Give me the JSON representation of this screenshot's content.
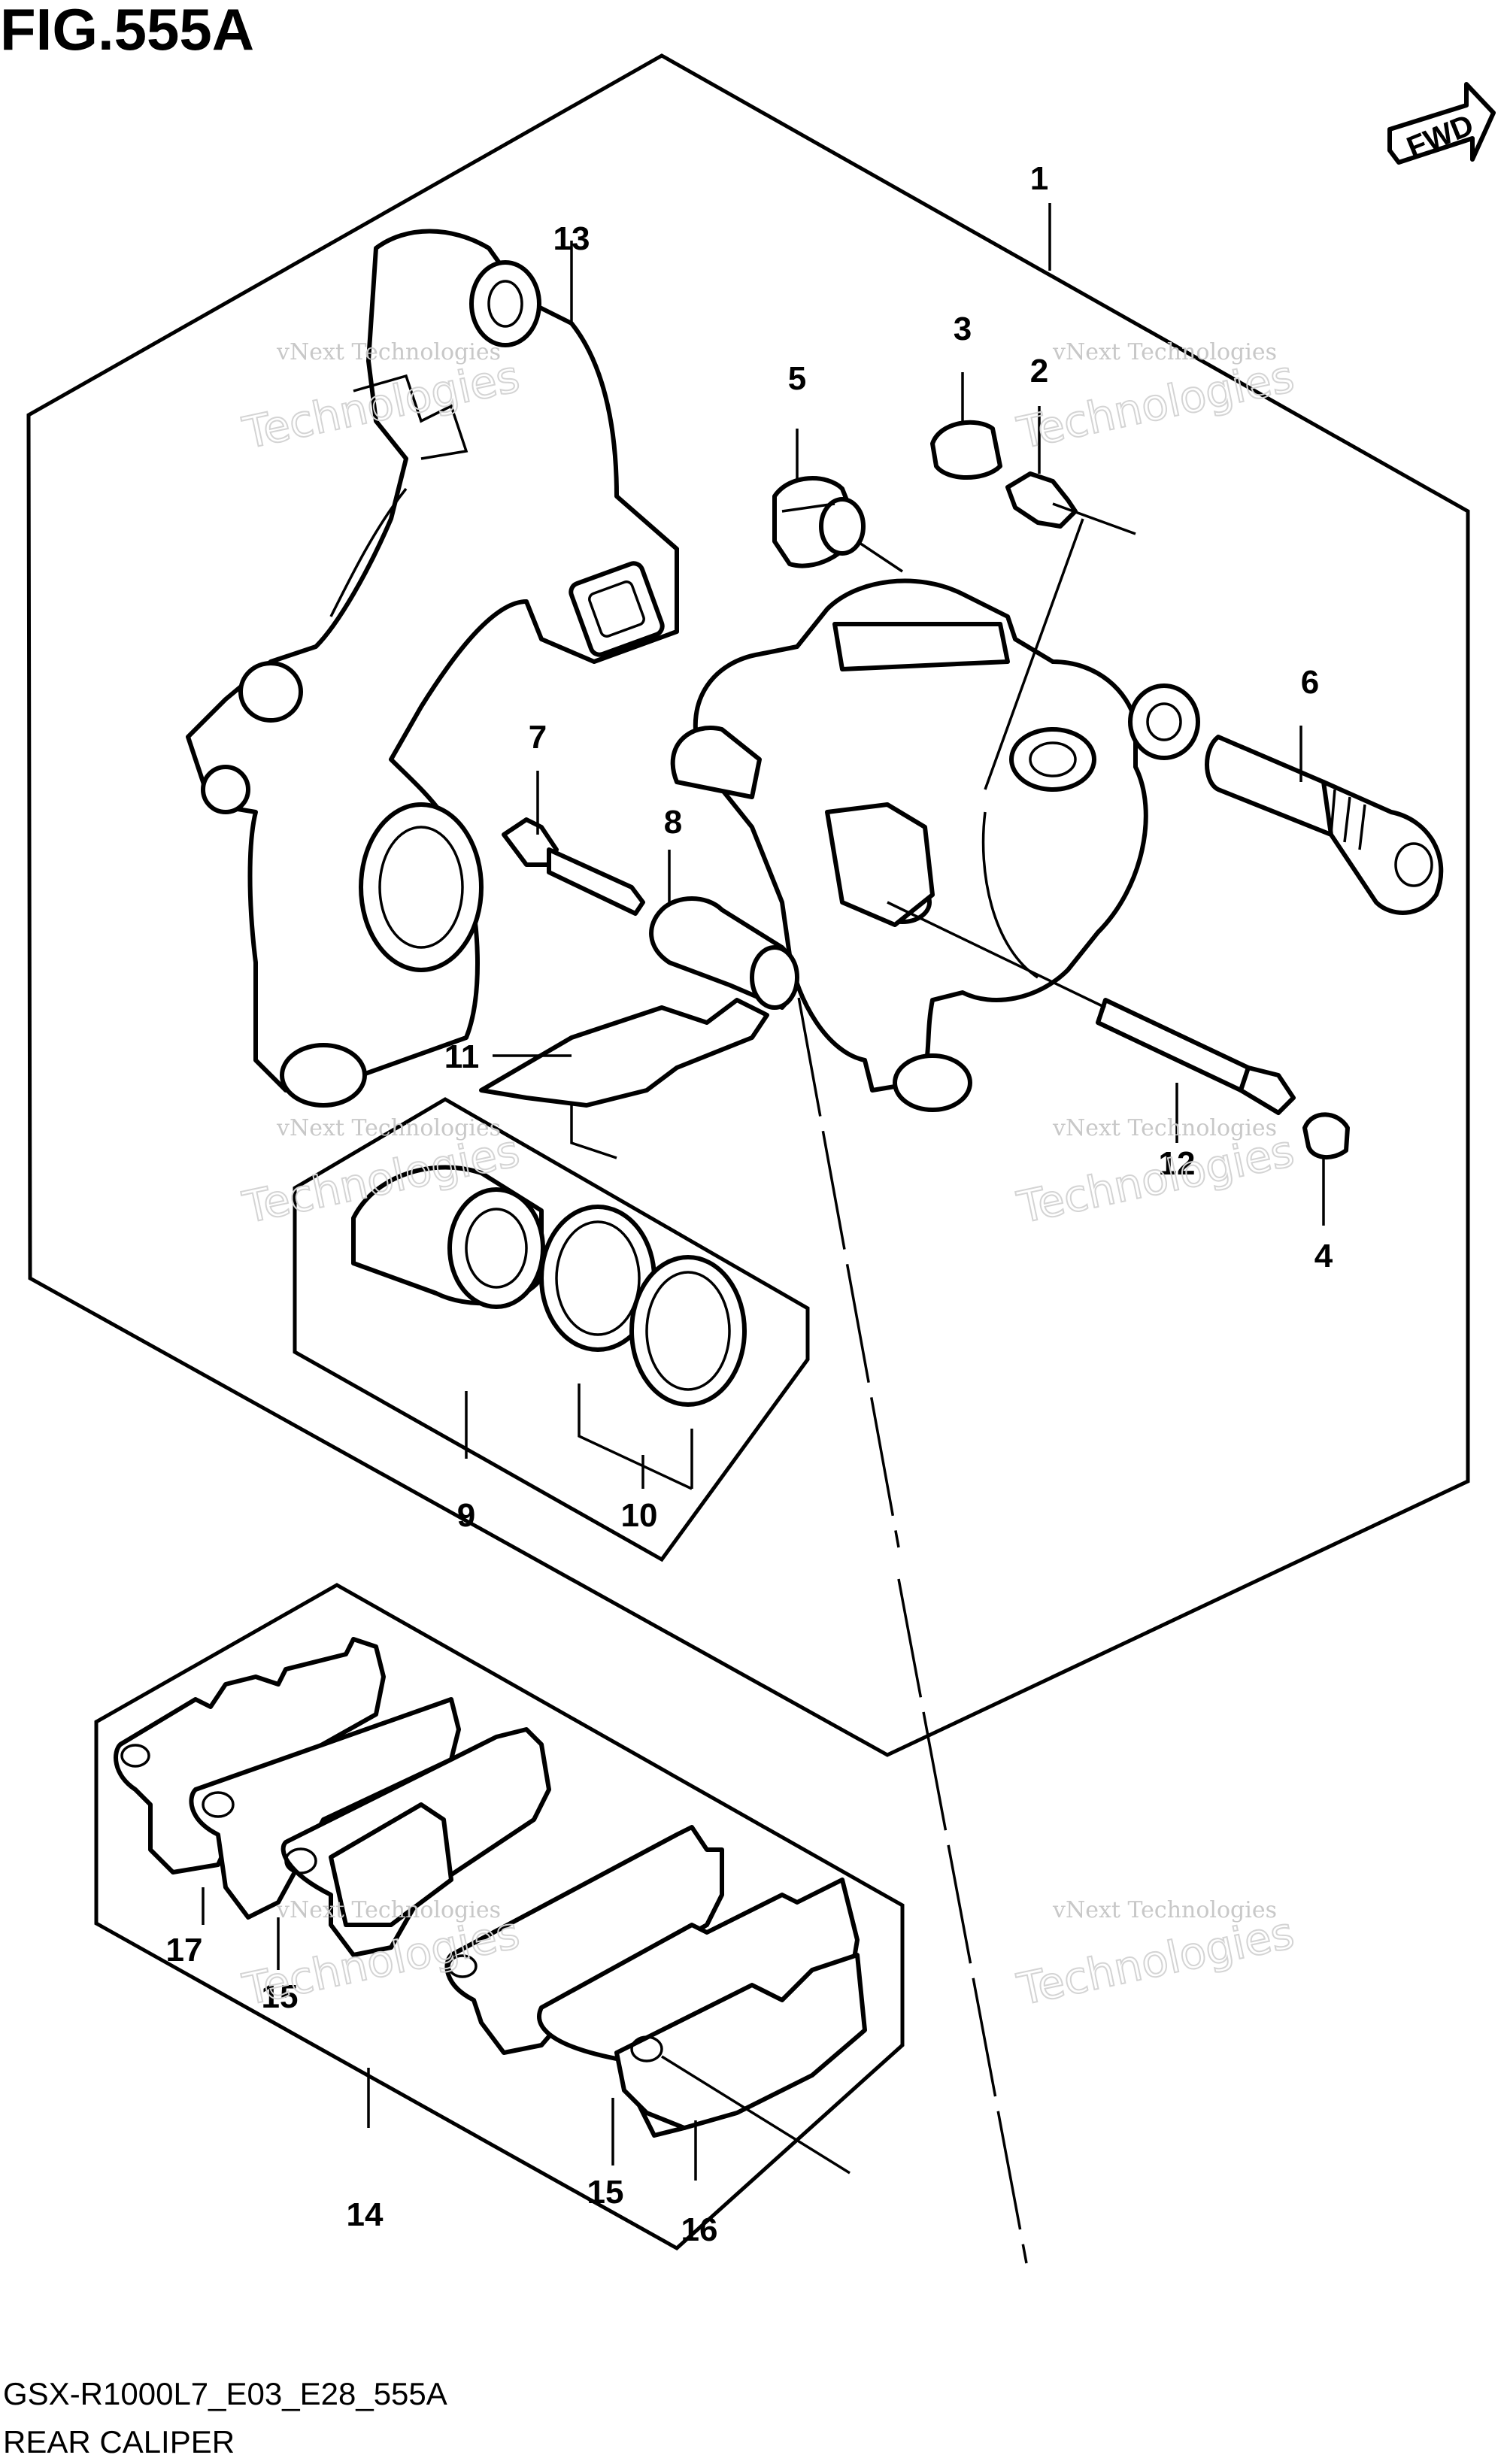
{
  "figure": {
    "title": "FIG.555A",
    "fwd_label": "FWD",
    "code": "GSX-R1000L7_E03_E28_555A",
    "caption": "REAR CALIPER"
  },
  "callouts": [
    "1",
    "2",
    "3",
    "4",
    "5",
    "6",
    "7",
    "8",
    "9",
    "10",
    "11",
    "12",
    "13",
    "14",
    "15",
    "15",
    "16",
    "17"
  ],
  "watermark": {
    "small": "vNext Technologies",
    "big": "Technologies",
    "tag": "vNext"
  }
}
